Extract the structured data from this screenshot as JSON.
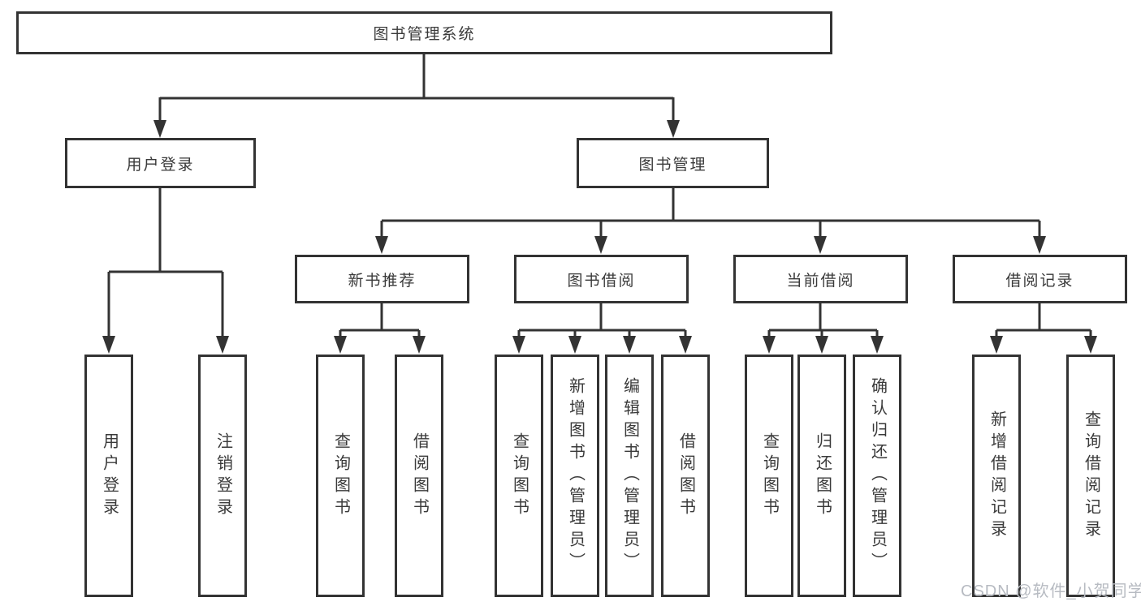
{
  "canvas": {
    "background": "#ffffff",
    "line_color": "#333333",
    "text_color": "#3a3a3a"
  },
  "watermark": {
    "text": "CSDN @软件_小贺同学",
    "color": "#b7bbc2"
  },
  "diagram": {
    "type": "tree",
    "root": "图书管理系统",
    "branches": [
      {
        "label": "用户登录",
        "leaves": [
          "用户登录",
          "注销登录"
        ]
      },
      {
        "label": "图书管理",
        "groups": [
          {
            "label": "新书推荐",
            "leaves": [
              "查询图书",
              "借阅图书"
            ]
          },
          {
            "label": "图书借阅",
            "leaves": [
              "查询图书",
              "新增图书（管理员）",
              "编辑图书（管理员）",
              "借阅图书"
            ]
          },
          {
            "label": "当前借阅",
            "leaves": [
              "查询图书",
              "归还图书",
              "确认归还（管理员）"
            ]
          },
          {
            "label": "借阅记录",
            "leaves": [
              "新增借阅记录",
              "查询借阅记录"
            ]
          }
        ]
      }
    ]
  }
}
